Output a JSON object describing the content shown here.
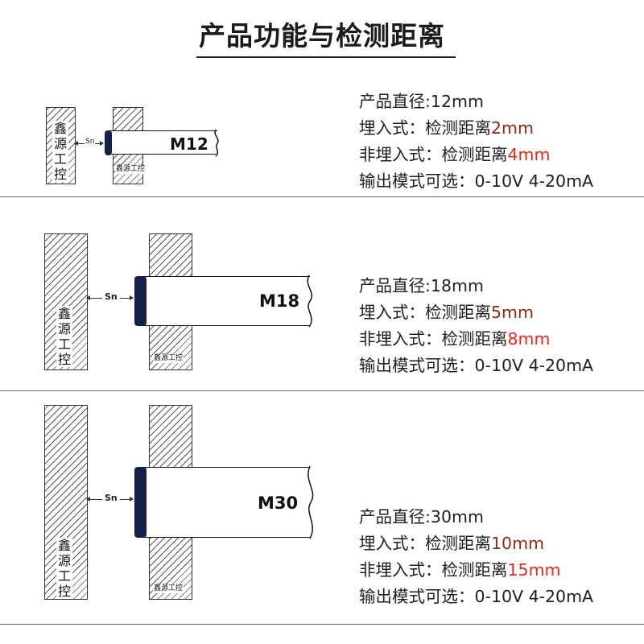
{
  "title": "产品功能与检测距离",
  "brand": "鑫源工控",
  "sn_label": "Sn",
  "sensors": [
    {
      "model": "M12",
      "spec": {
        "diameter_label": "产品直径:",
        "diameter_value": "12mm",
        "embedded_label": "埋入式：检测距离",
        "embedded_value": "2mm",
        "non_embedded_label": "非埋入式：检测距离",
        "non_embedded_value": "4mm",
        "output_label": "输出模式可选：",
        "output_value": "0-10V  4-20mA"
      }
    },
    {
      "model": "M18",
      "spec": {
        "diameter_label": "产品直径:",
        "diameter_value": "18mm",
        "embedded_label": "埋入式：检测距离",
        "embedded_value": "5mm",
        "non_embedded_label": "非埋入式：检测距离",
        "non_embedded_value": "8mm",
        "output_label": "输出模式可选：",
        "output_value": "0-10V  4-20mA"
      }
    },
    {
      "model": "M30",
      "spec": {
        "diameter_label": "产品直径:",
        "diameter_value": "30mm",
        "embedded_label": "埋入式：检测距离",
        "embedded_value": "10mm",
        "non_embedded_label": "非埋入式：检测距离",
        "non_embedded_value": "15mm",
        "output_label": "输出模式可选：",
        "output_value": "0-10V  4-20mA"
      }
    }
  ],
  "colors": {
    "embedded_value": "#8b2d12",
    "non_embedded_value": "#e32a1f",
    "sensor_face": "#15204a"
  }
}
